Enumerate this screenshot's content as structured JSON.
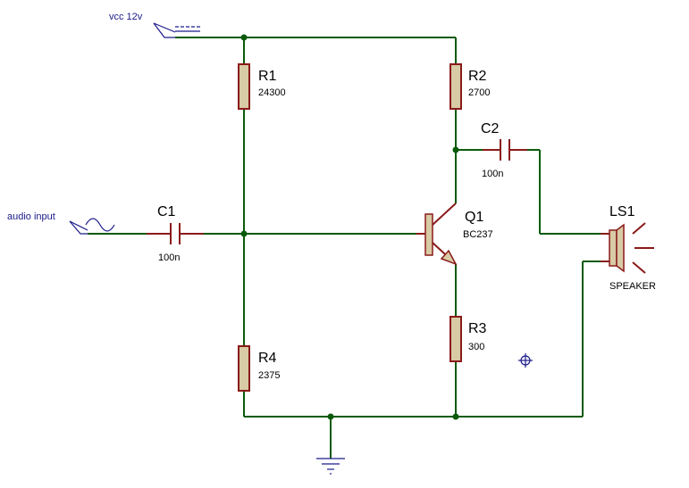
{
  "nets": {
    "vcc_label": "vcc 12v",
    "audio_label": "audio input"
  },
  "components": {
    "R1": {
      "ref": "R1",
      "value": "24300"
    },
    "R2": {
      "ref": "R2",
      "value": "2700"
    },
    "R3": {
      "ref": "R3",
      "value": "300"
    },
    "R4": {
      "ref": "R4",
      "value": "2375"
    },
    "C1": {
      "ref": "C1",
      "value": "100n"
    },
    "C2": {
      "ref": "C2",
      "value": "100n"
    },
    "Q1": {
      "ref": "Q1",
      "value": "BC237"
    },
    "LS1": {
      "ref": "LS1",
      "value": "SPEAKER"
    }
  }
}
